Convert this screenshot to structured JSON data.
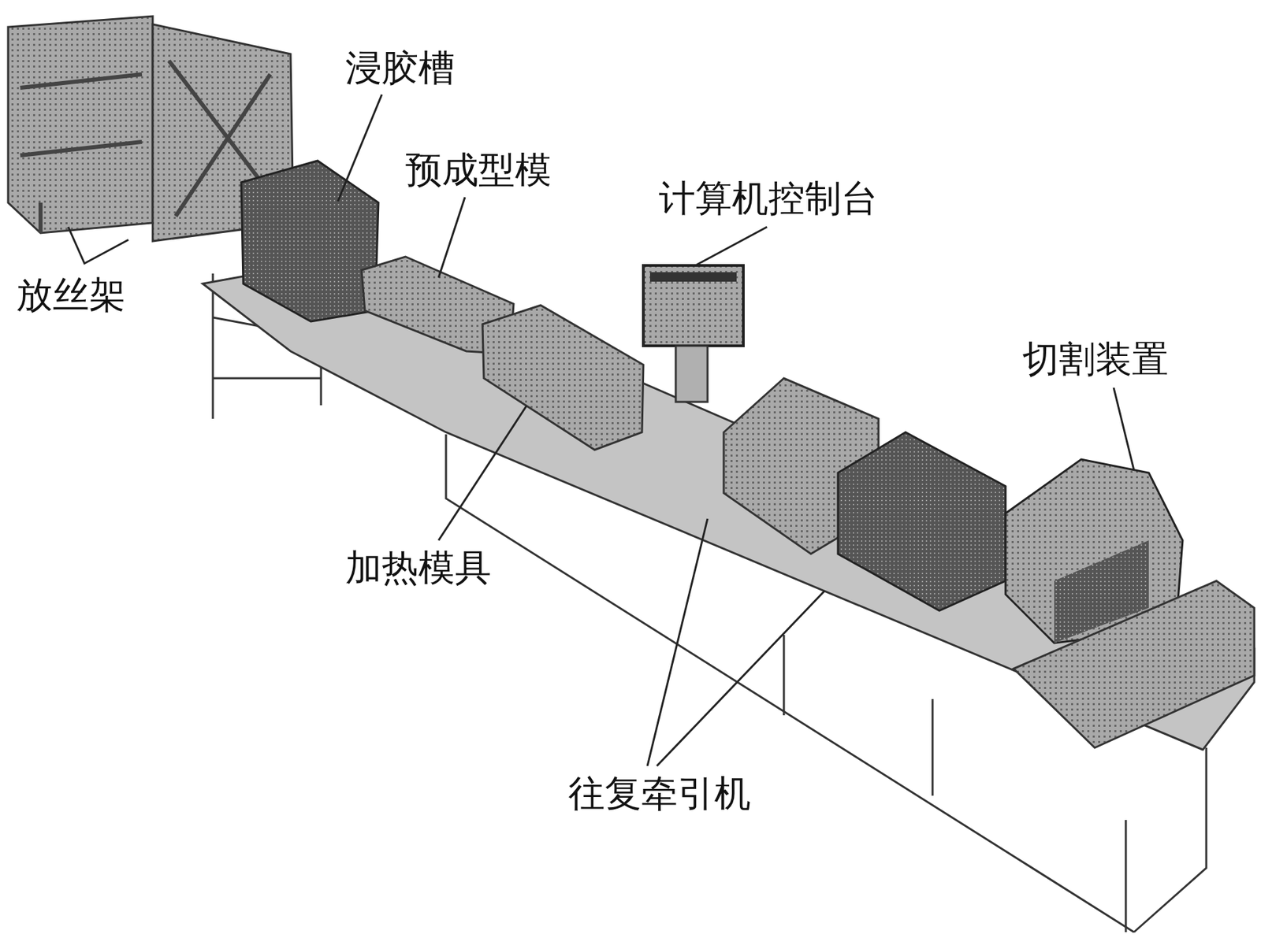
{
  "diagram": {
    "labels": [
      "浸胶槽",
      "预成型模",
      "计算机控制台",
      "放丝架",
      "切割装置",
      "加热模具",
      "往复牵引机"
    ]
  }
}
